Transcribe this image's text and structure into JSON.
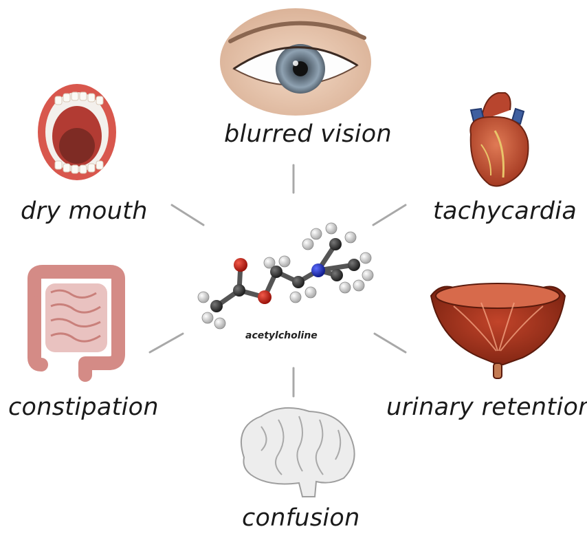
{
  "center": {
    "label": "acetylcholine"
  },
  "effects": {
    "vision": "blurred vision",
    "mouth": "dry mouth",
    "heart": "tachycardia",
    "bowel": "constipation",
    "bladder": "urinary retention",
    "brain": "confusion"
  }
}
